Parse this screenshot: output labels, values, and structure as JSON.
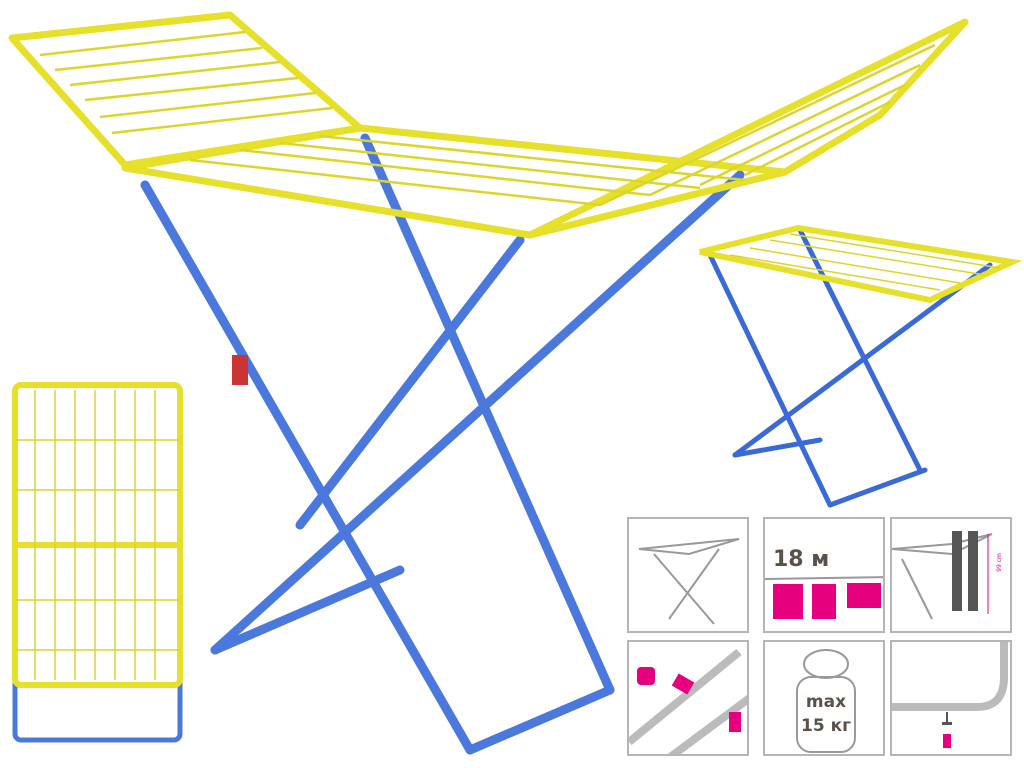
{
  "colors": {
    "frame_yellow": "#e6e02a",
    "leg_blue": "#4a7ce0",
    "accent_pink": "#e6007e",
    "icon_gray": "#a9a9a9"
  },
  "features": {
    "line_length": "18 м",
    "height_label": "99 cm",
    "max_label": "max",
    "max_weight": "15 кг"
  }
}
